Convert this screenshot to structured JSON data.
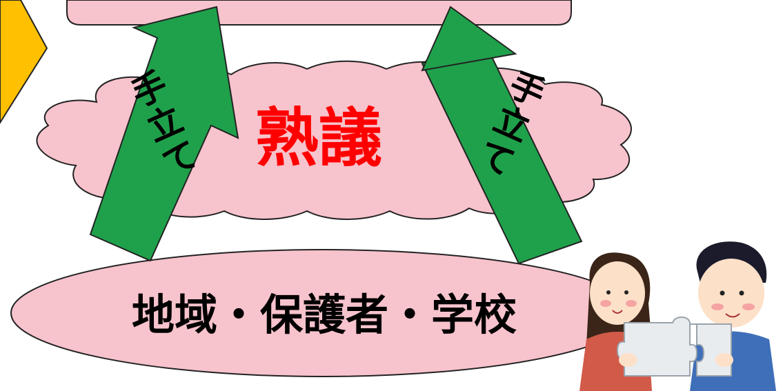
{
  "colors": {
    "cloud_fill": "#f7c3cc",
    "outline": "#222222",
    "arrow_fill": "#1fa14b",
    "center_text": "#ff0000",
    "chevron_fill": "#fec000"
  },
  "top_box": {
    "label": ""
  },
  "cloud": {
    "label": "熟議"
  },
  "left_arrow": {
    "label": "手立て"
  },
  "right_arrow": {
    "label": "手立て"
  },
  "base_ellipse": {
    "label": "地域・保護者・学校"
  },
  "illustration": {
    "description_icon": "two-people-holding-puzzle-pieces-icon"
  }
}
